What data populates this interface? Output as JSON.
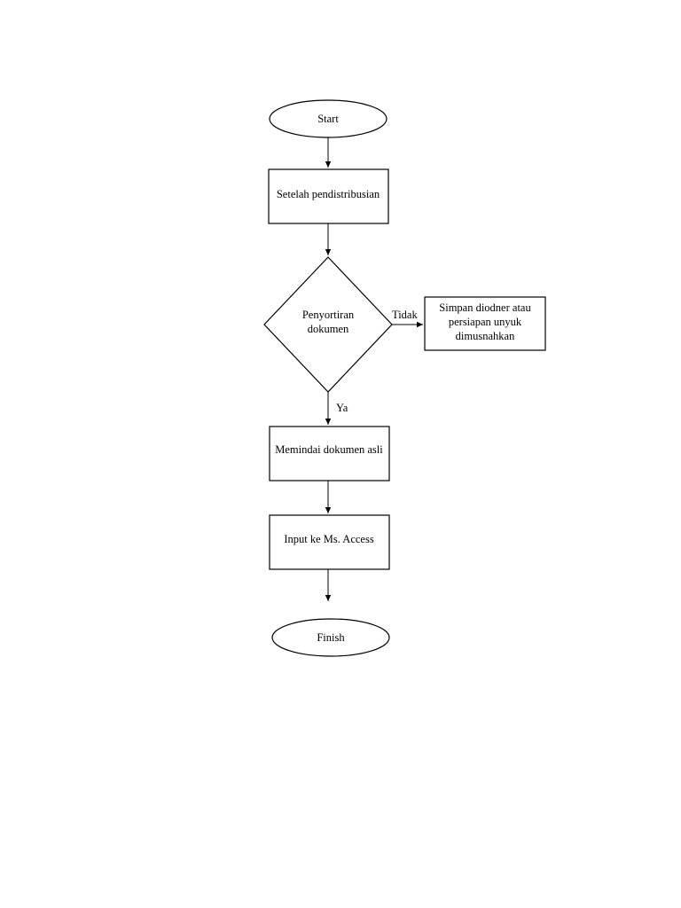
{
  "flowchart": {
    "start": {
      "label": "Start"
    },
    "step_distribusi": {
      "label": "Setelah pendistribusian"
    },
    "decision": {
      "lines": [
        "Penyortiran",
        "dokumen"
      ]
    },
    "branch_no": {
      "edge_label": "Tidak",
      "lines": [
        "Simpan diodner atau",
        "persiapan unyuk",
        "dimusnahkan"
      ]
    },
    "branch_yes": {
      "edge_label": "Ya"
    },
    "step_scan": {
      "label": "Memindai dokumen asli"
    },
    "step_input": {
      "label": "Input ke Ms. Access"
    },
    "finish": {
      "label": "Finish"
    }
  }
}
